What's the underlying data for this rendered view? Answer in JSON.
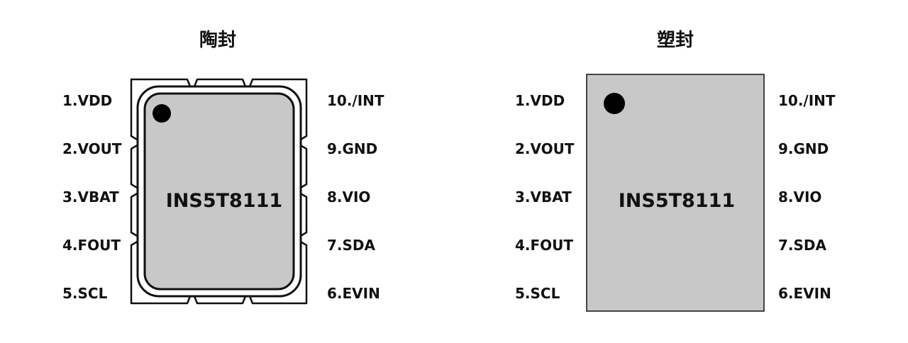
{
  "ceramic": {
    "title": "陶封",
    "chip_name": "INS5T8111",
    "pins_left": [
      "1.VDD",
      "2.VOUT",
      "3.VBAT",
      "4.FOUT",
      "5.SCL"
    ],
    "pins_right": [
      "10./INT",
      "9.GND",
      "8.VIO",
      "7.SDA",
      "6.EVIN"
    ]
  },
  "plastic": {
    "title": "塑封",
    "chip_name": "INS5T8111",
    "pins_left": [
      "1.VDD",
      "2.VOUT",
      "3.VBAT",
      "4.FOUT",
      "5.SCL"
    ],
    "pins_right": [
      "10./INT",
      "9.GND",
      "8.VIO",
      "7.SDA",
      "6.EVIN"
    ]
  },
  "colors": {
    "body_fill": "#c8c8c8",
    "outline": "#111111",
    "dot": "#000000"
  }
}
